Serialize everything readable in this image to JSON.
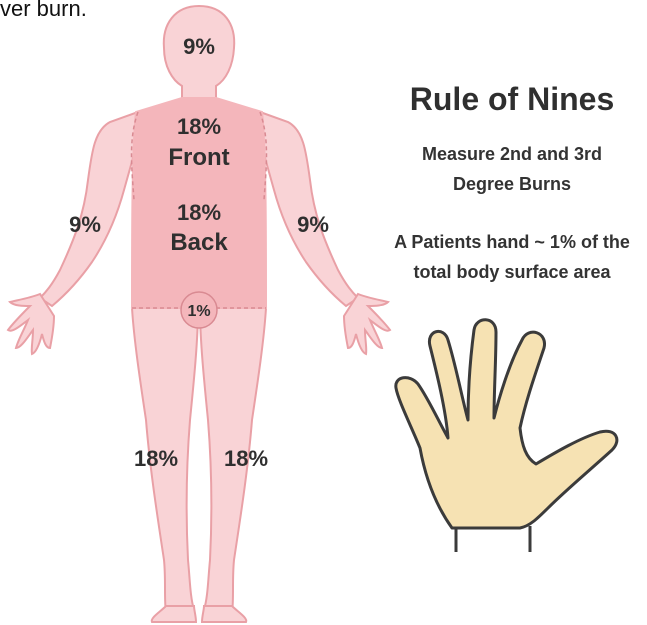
{
  "caption_fragment": "ver burn.",
  "title": "Rule of Nines",
  "subtitle_line1": "Measure 2nd and 3rd",
  "subtitle_line2": "Degree Burns",
  "hand_note_line1": "A Patients hand ~ 1% of the",
  "hand_note_line2": "total body surface area",
  "regions": {
    "head": "9%",
    "torso_front_value": "18%",
    "torso_front_label": "Front",
    "torso_back_value": "18%",
    "torso_back_label": "Back",
    "left_arm": "9%",
    "right_arm": "9%",
    "groin": "1%",
    "left_leg": "18%",
    "right_leg": "18%"
  },
  "colors": {
    "body_fill": "#f9d3d6",
    "torso_fill": "#f4b6bb",
    "outline": "#e9a0a6",
    "hand_fill": "#f6e2b3",
    "hand_outline": "#3b3b3b"
  }
}
